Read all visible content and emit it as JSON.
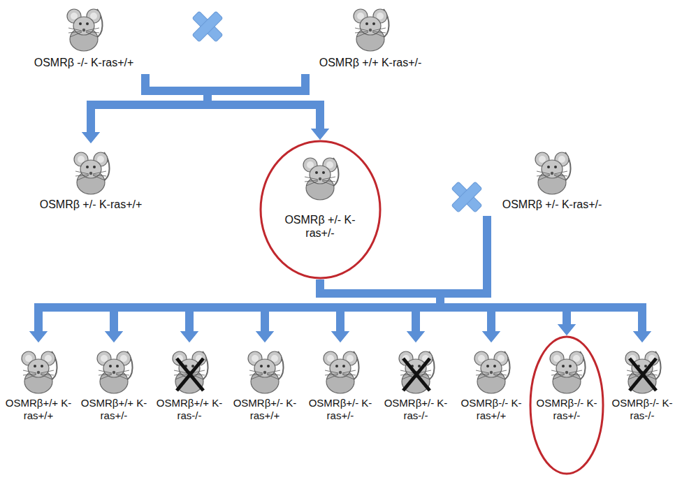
{
  "diagram": {
    "nodes": [
      {
        "text": [
          "OSMRβ -/- K-ras+/+"
        ]
      },
      {
        "text": [
          "OSMRβ +/+ K-ras+/-"
        ]
      },
      {
        "text": [
          "OSMRβ +/- K-ras+/+"
        ]
      },
      {
        "text": [
          "OSMRβ +/- K-ras+/-"
        ]
      },
      {
        "text": [
          "OSMRβ +/- K-ras+/-"
        ]
      },
      {
        "text": [
          "OSMRβ+/+ K-ras+/+"
        ]
      },
      {
        "text": [
          "OSMRβ+/+ K-ras+/-"
        ]
      },
      {
        "text": [
          "OSMRβ+/+ K-ras-/-"
        ]
      },
      {
        "text": [
          "OSMRβ+/- K-ras+/+"
        ]
      },
      {
        "text": [
          "OSMRβ+/- K-ras+/-"
        ]
      },
      {
        "text": [
          "OSMRβ+/- K-ras-/-"
        ]
      },
      {
        "text": [
          "OSMRβ-/- K-ras+/+"
        ]
      },
      {
        "text": [
          "OSMRβ-/- K-ras+/-"
        ]
      },
      {
        "text": [
          "OSMRβ-/- K-ras-/-"
        ]
      }
    ],
    "edges": [
      {
        "from": 0,
        "to": 2,
        "arrow": "to"
      },
      {
        "from": 0,
        "to": 3,
        "arrow": "to"
      },
      {
        "from": 1,
        "to": 2,
        "arrow": "to"
      },
      {
        "from": 1,
        "to": 3,
        "arrow": "to"
      },
      {
        "from": 3,
        "to": 5,
        "arrow": "to"
      },
      {
        "from": 3,
        "to": 6,
        "arrow": "to"
      },
      {
        "from": 3,
        "to": 7,
        "arrow": "to"
      },
      {
        "from": 3,
        "to": 8,
        "arrow": "to"
      },
      {
        "from": 3,
        "to": 9,
        "arrow": "to"
      },
      {
        "from": 3,
        "to": 10,
        "arrow": "to"
      },
      {
        "from": 3,
        "to": 11,
        "arrow": "to"
      },
      {
        "from": 3,
        "to": 12,
        "arrow": "to"
      },
      {
        "from": 3,
        "to": 13,
        "arrow": "to"
      },
      {
        "from": 4,
        "to": 5,
        "arrow": "to"
      },
      {
        "from": 4,
        "to": 6,
        "arrow": "to"
      },
      {
        "from": 4,
        "to": 7,
        "arrow": "to"
      },
      {
        "from": 4,
        "to": 8,
        "arrow": "to"
      },
      {
        "from": 4,
        "to": 9,
        "arrow": "to"
      },
      {
        "from": 4,
        "to": 10,
        "arrow": "to"
      },
      {
        "from": 4,
        "to": 11,
        "arrow": "to"
      },
      {
        "from": 4,
        "to": 12,
        "arrow": "to"
      },
      {
        "from": 4,
        "to": 13,
        "arrow": "to"
      }
    ]
  }
}
